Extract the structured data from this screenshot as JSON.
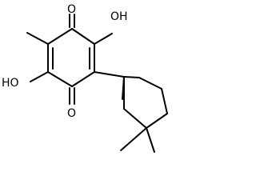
{
  "molecule": {
    "atoms": {
      "oxygen_top": "O",
      "hydroxyl_right": "OH",
      "hydroxyl_left": "HO",
      "oxygen_bottom": "O"
    }
  },
  "colors": {
    "bond": "#000000",
    "background": "#ffffff"
  }
}
